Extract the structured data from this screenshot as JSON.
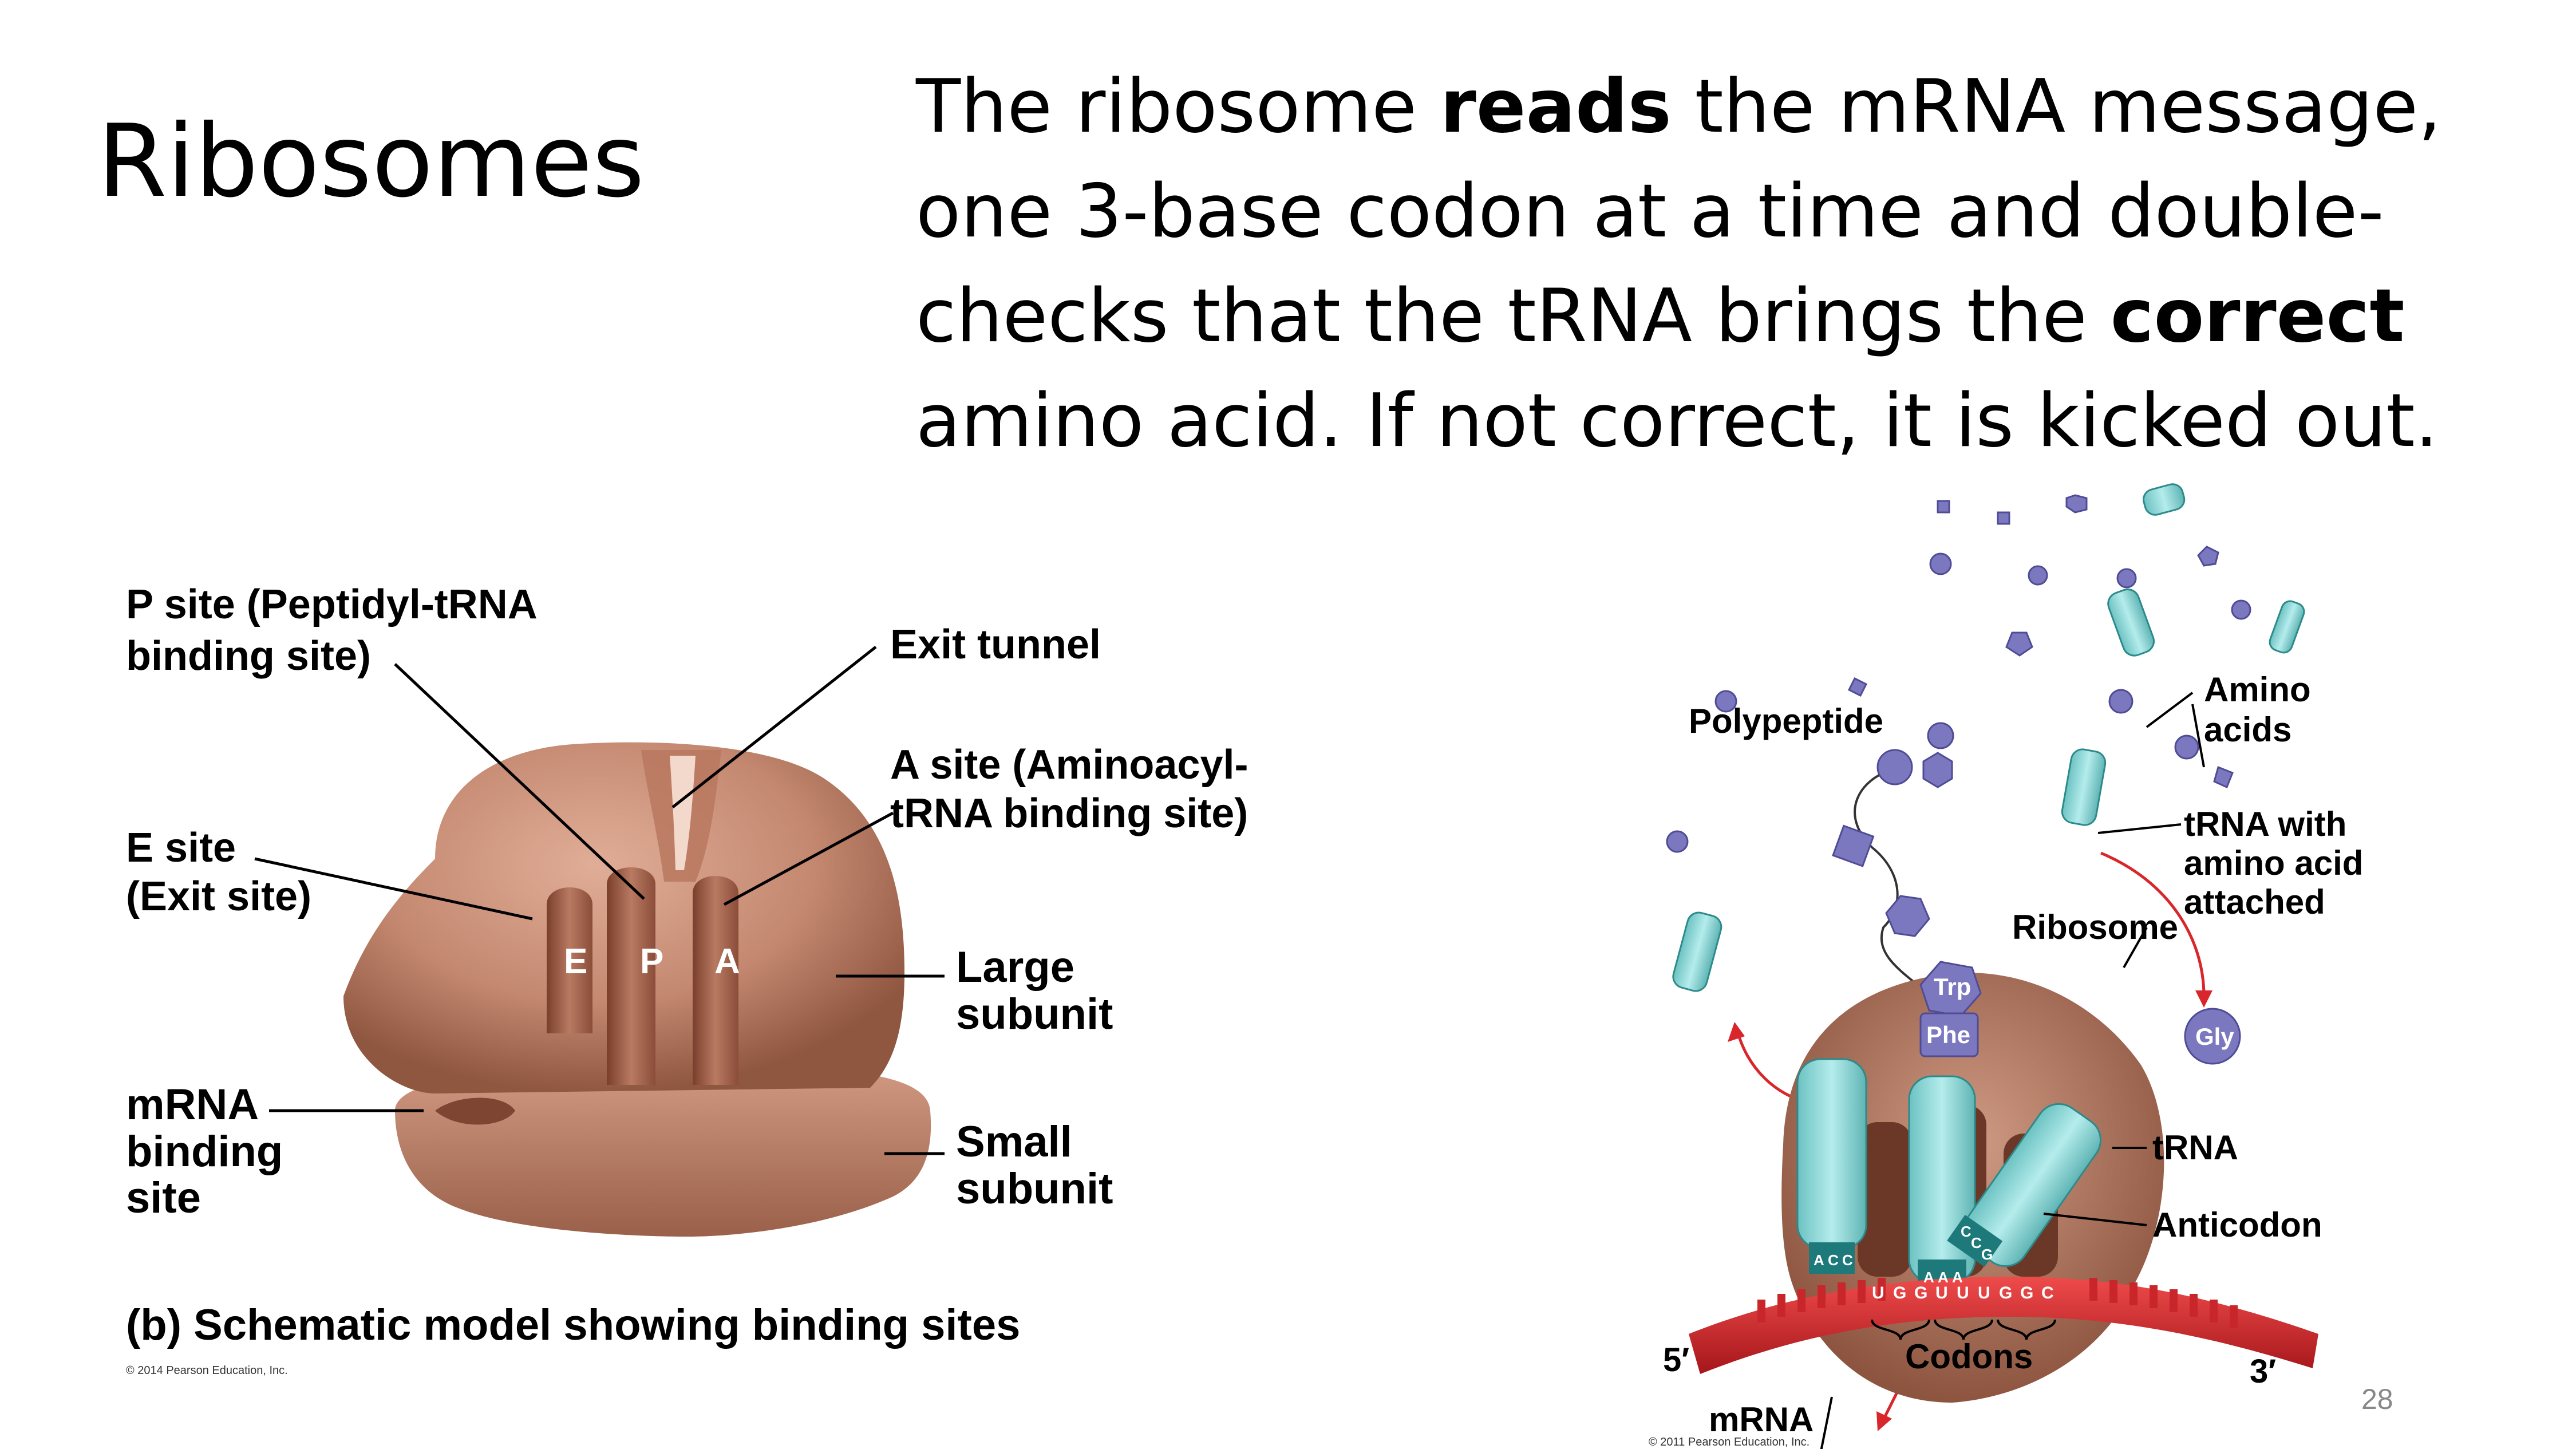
{
  "slide": {
    "title": "Ribosomes",
    "body_parts": [
      "The ribosome ",
      "reads",
      " the mRNA message, one 3-base codon at a time and double-checks that the tRNA brings the ",
      "correct",
      " amino acid. If not correct, it is kicked out."
    ],
    "page_number": "28"
  },
  "left_figure": {
    "p_site_line1": "P site (Peptidyl-tRNA",
    "p_site_line2": "binding site)",
    "exit_tunnel": "Exit tunnel",
    "a_site_line1": "A site (Aminoacyl-",
    "a_site_line2": "tRNA binding site)",
    "e_site_line1": "E site",
    "e_site_line2": "(Exit site)",
    "large_line1": "Large",
    "large_line2": "subunit",
    "small_line1": "Small",
    "small_line2": "subunit",
    "mrna_line1": "mRNA",
    "mrna_line2": "binding",
    "mrna_line3": "site",
    "site_e": "E",
    "site_p": "P",
    "site_a": "A",
    "caption": "(b) Schematic model showing binding sites",
    "copyright": "© 2014 Pearson Education, Inc."
  },
  "right_figure": {
    "polypeptide": "Polypeptide",
    "amino_line1": "Amino",
    "amino_line2": "acids",
    "trna_aa_line1": "tRNA with",
    "trna_aa_line2": "amino acid",
    "trna_aa_line3": "attached",
    "ribosome": "Ribosome",
    "trp": "Trp",
    "phe": "Phe",
    "gly": "Gly",
    "trna": "tRNA",
    "anticodon": "Anticodon",
    "codons": "Codons",
    "five_prime": "5′",
    "three_prime": "3′",
    "mrna": "mRNA",
    "codon_bases": [
      "U",
      "G",
      "G",
      "U",
      "U",
      "U",
      "G",
      "G",
      "C"
    ],
    "anticodon_acc": [
      "A",
      "C",
      "C"
    ],
    "anticodon_aaa": [
      "A",
      "A",
      "A"
    ],
    "anticodon_ccg": [
      "C",
      "C",
      "G"
    ],
    "copyright": "© 2011 Pearson Education, Inc."
  },
  "colors": {
    "ribosome_brown": "#b57a62",
    "trna_teal": "#8fd3d3",
    "mrna_red": "#c8262a",
    "amino_purple": "#7b78c0"
  }
}
